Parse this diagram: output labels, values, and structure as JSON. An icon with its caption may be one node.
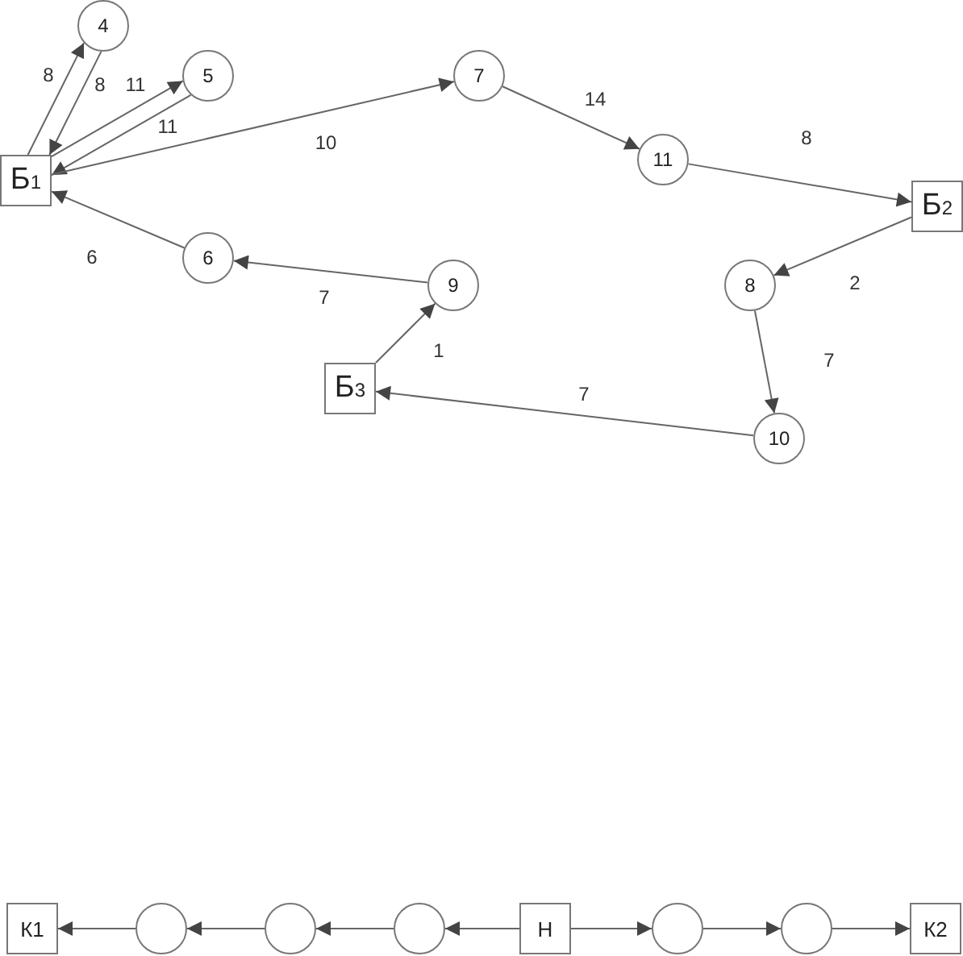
{
  "diagram": {
    "nodes": [
      {
        "text": [
          "Б$_{1}$"
        ]
      },
      {
        "text": [
          "4"
        ]
      },
      {
        "text": [
          "5"
        ]
      },
      {
        "text": [
          "7"
        ]
      },
      {
        "text": [
          "11"
        ]
      },
      {
        "text": [
          "Б$_{2}$"
        ]
      },
      {
        "text": [
          "6"
        ]
      },
      {
        "text": [
          "9"
        ]
      },
      {
        "text": [
          "8"
        ]
      },
      {
        "text": [
          "Б$_{3}$"
        ]
      },
      {
        "text": [
          "10"
        ]
      },
      {
        "text": [
          "К1"
        ]
      },
      {
        "text": [],
        "shape": "circle"
      },
      {
        "text": [],
        "shape": "circle"
      },
      {
        "text": [],
        "shape": "circle"
      },
      {
        "text": [
          "Н"
        ]
      },
      {
        "text": [],
        "shape": "circle"
      },
      {
        "text": [],
        "shape": "circle"
      },
      {
        "text": [
          "К2"
        ]
      }
    ],
    "edges": [
      {
        "from": 0,
        "to": 1,
        "arrow": "to",
        "label": "8"
      },
      {
        "from": 1,
        "to": 0,
        "arrow": "to",
        "label": "8"
      },
      {
        "from": 0,
        "to": 2,
        "arrow": "to",
        "label": "11"
      },
      {
        "from": 2,
        "to": 0,
        "arrow": "to",
        "label": "11"
      },
      {
        "from": 0,
        "to": 3,
        "arrow": "to",
        "label": "10"
      },
      {
        "from": 3,
        "to": 4,
        "arrow": "to",
        "label": "14"
      },
      {
        "from": 4,
        "to": 5,
        "arrow": "to",
        "label": "8"
      },
      {
        "from": 5,
        "to": 8,
        "arrow": "to",
        "label": "2"
      },
      {
        "from": 8,
        "to": 10,
        "arrow": "to",
        "label": "7"
      },
      {
        "from": 10,
        "to": 9,
        "arrow": "to",
        "label": "7"
      },
      {
        "from": 9,
        "to": 7,
        "arrow": "to",
        "label": "1"
      },
      {
        "from": 7,
        "to": 6,
        "arrow": "to",
        "label": "7"
      },
      {
        "from": 6,
        "to": 0,
        "arrow": "to",
        "label": "6"
      },
      {
        "from": 15,
        "to": 14,
        "arrow": "to"
      },
      {
        "from": 14,
        "to": 13,
        "arrow": "to"
      },
      {
        "from": 13,
        "to": 12,
        "arrow": "to"
      },
      {
        "from": 12,
        "to": 11,
        "arrow": "to"
      },
      {
        "from": 15,
        "to": 16,
        "arrow": "to"
      },
      {
        "from": 16,
        "to": 17,
        "arrow": "to"
      },
      {
        "from": 17,
        "to": 18,
        "arrow": "to"
      }
    ]
  }
}
